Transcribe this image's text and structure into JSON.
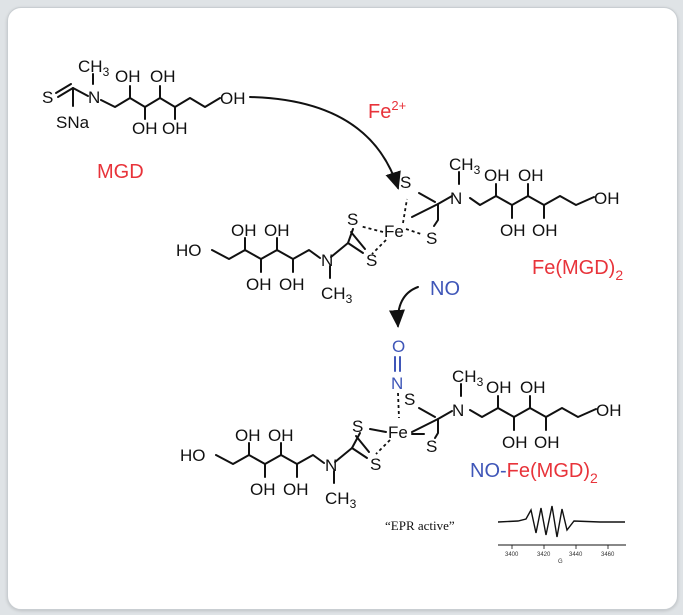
{
  "compounds": {
    "mgd": {
      "label": "MGD",
      "color": "#e8333a"
    },
    "fe_mgd2": {
      "label": "Fe(MGD)",
      "sub": "2",
      "color": "#e8333a"
    },
    "no_fe_mgd2": {
      "prefix": "NO-",
      "label": "Fe(MGD)",
      "sub": "2",
      "prefix_color": "#3f56b8",
      "color": "#e8333a"
    }
  },
  "reagents": {
    "fe": {
      "label": "Fe",
      "sup": "2+",
      "color": "#e8333a"
    },
    "no": {
      "label": "NO",
      "color": "#3f56b8"
    }
  },
  "atoms": {
    "s": "S",
    "n": "N",
    "fe": "Fe",
    "ch3": "CH",
    "three": "3",
    "oh": "OH",
    "ho": "HO",
    "sna": "SNa",
    "o": "O"
  },
  "epr": {
    "label": "“EPR active”",
    "ticks": [
      "3400",
      "3420",
      "3440",
      "3460"
    ],
    "unit": "G"
  }
}
